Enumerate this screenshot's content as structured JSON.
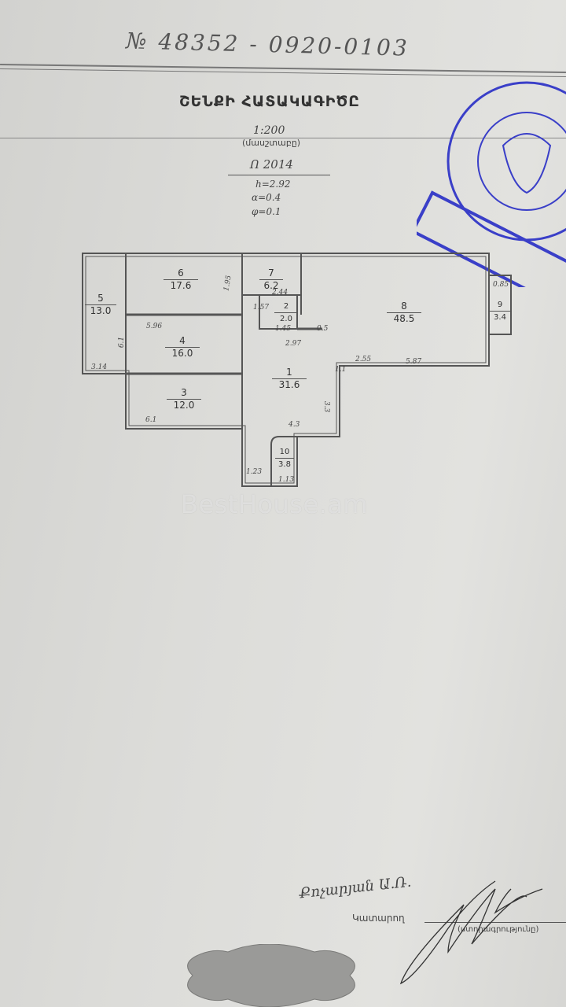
{
  "header": {
    "handwritten_number": "№ 48352 - 0920-0103",
    "title": "ՇԵՆՔԻ ՀԱՏԱԿԱԳԻԾԸ",
    "scale_value": "1:200",
    "scale_caption": "(մասշտաբը)",
    "floor_note": "Ո 2014",
    "heights": [
      "h=2.92",
      "α=0.4",
      "φ=0.1"
    ]
  },
  "floor_plan": {
    "rooms": [
      {
        "no": "1",
        "area": "31.6"
      },
      {
        "no": "2",
        "area": "2.0"
      },
      {
        "no": "3",
        "area": "12.0"
      },
      {
        "no": "4",
        "area": "16.0"
      },
      {
        "no": "5",
        "area": "13.0"
      },
      {
        "no": "6",
        "area": "17.6"
      },
      {
        "no": "7",
        "area": "6.2"
      },
      {
        "no": "8",
        "area": "48.5"
      },
      {
        "no": "9",
        "area": "3.4"
      },
      {
        "no": "10",
        "area": "3.8"
      }
    ],
    "dimensions": [
      "5.96",
      "6.1",
      "3.14",
      "1.95",
      "1.57",
      "2.44",
      "1.45",
      "0.5",
      "2.97",
      "1.1",
      "2.55",
      "5.87",
      "0.85",
      "3.3",
      "4.3",
      "1.23",
      "1.13",
      "6.1"
    ]
  },
  "watermark": "BestHouse.am",
  "footer": {
    "handwritten_name": "Քոչարյան Ա.Ռ.",
    "performer_label": "Կատարող",
    "signature_caption": "(ստորագրությունը)"
  },
  "colors": {
    "stamp": "#3a3fc8",
    "paper": "#dcdcd9",
    "ink": "#333333"
  }
}
